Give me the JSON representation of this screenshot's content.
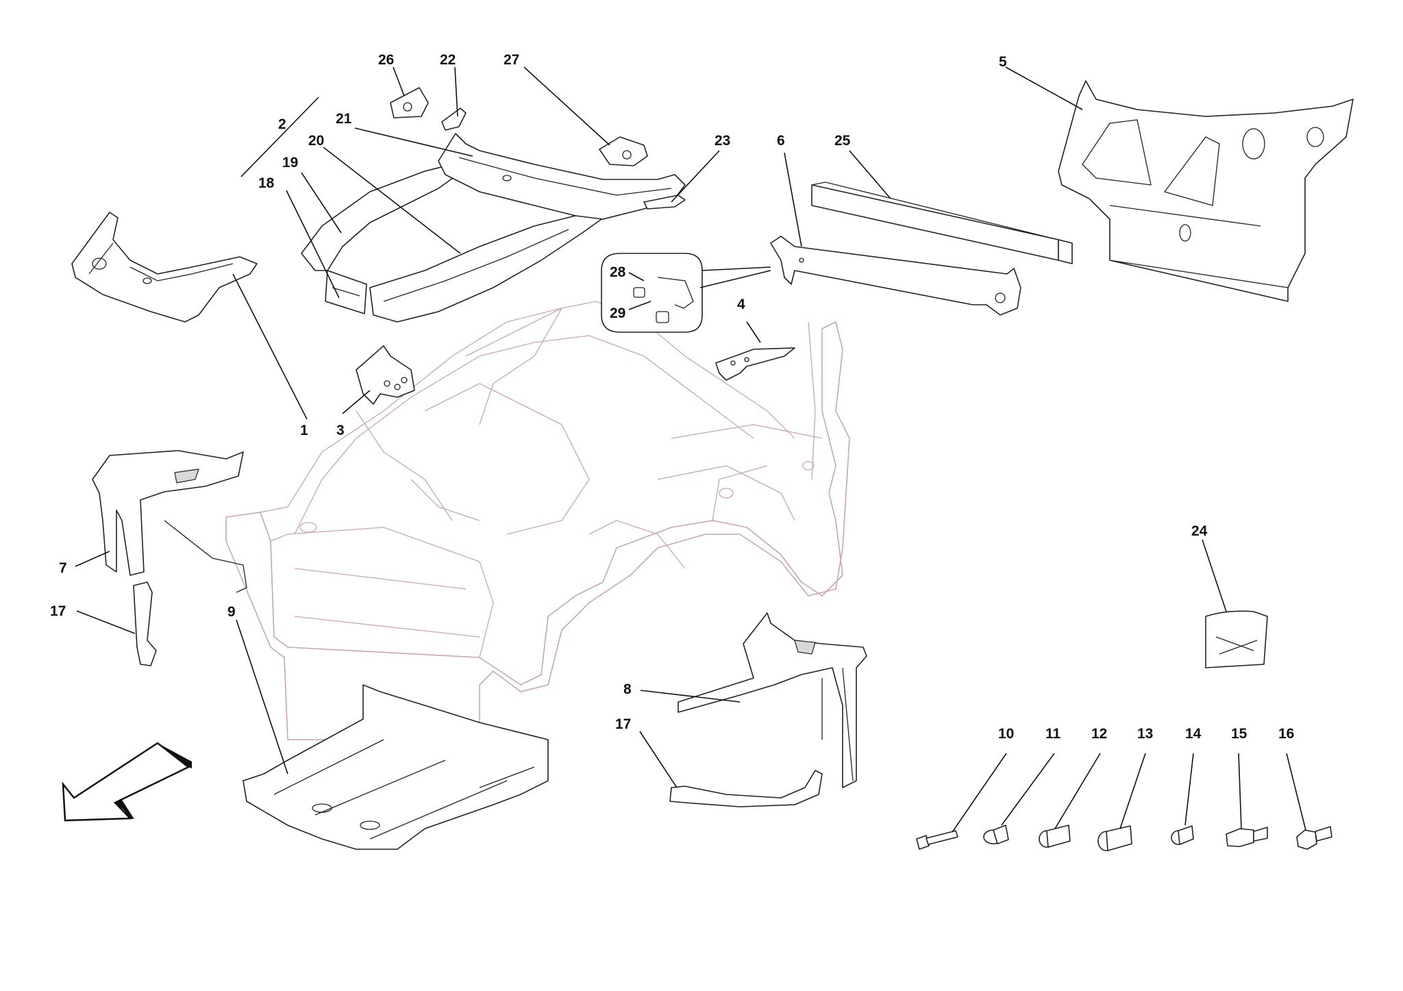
{
  "callouts": {
    "c1": "1",
    "c2": "2",
    "c3": "3",
    "c4": "4",
    "c5": "5",
    "c6": "6",
    "c7": "7",
    "c8": "8",
    "c9": "9",
    "c10": "10",
    "c11": "11",
    "c12": "12",
    "c13": "13",
    "c14": "14",
    "c15": "15",
    "c16": "16",
    "c17a": "17",
    "c17b": "17",
    "c18": "18",
    "c19": "19",
    "c20": "20",
    "c21": "21",
    "c22": "22",
    "c23": "23",
    "c24": "24",
    "c25": "25",
    "c26": "26",
    "c27": "27",
    "c28": "28",
    "c29": "29"
  },
  "icons": {
    "direction_arrow": "front-direction-arrow-icon"
  },
  "colors": {
    "ink": "#111111",
    "ghost_body": "#c9a8a6",
    "background": "#ffffff"
  }
}
